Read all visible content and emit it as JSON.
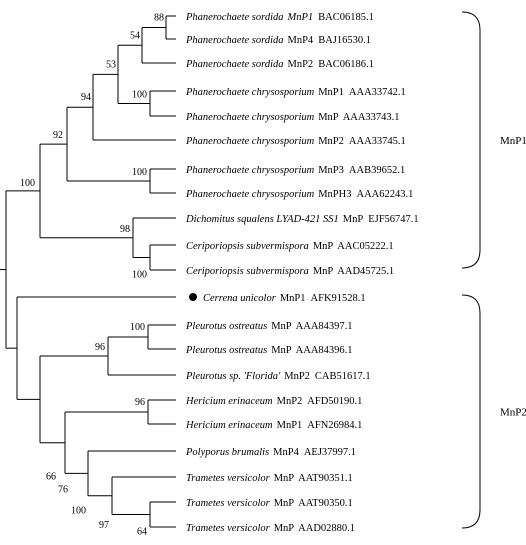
{
  "taxa": [
    {
      "id": "t1",
      "species": "Phanerochaete sordida",
      "tail": "MnP1",
      "tail_italic": true,
      "accession": "BAC06185.1"
    },
    {
      "id": "t2",
      "species": "Phanerochaete sordida",
      "tail": "MnP4",
      "tail_italic": false,
      "accession": "BAJ16530.1"
    },
    {
      "id": "t3",
      "species": "Phanerochaete sordida",
      "tail": "MnP2",
      "tail_italic": false,
      "accession": "BAC06186.1"
    },
    {
      "id": "t4",
      "species": "Phanerochaete chrysosporium",
      "tail": "MnP1",
      "tail_italic": false,
      "accession": "AAA33742.1"
    },
    {
      "id": "t5",
      "species": "Phanerochaete chrysosporium",
      "tail": "MnP",
      "tail_italic": false,
      "accession": "AAA33743.1"
    },
    {
      "id": "t6",
      "species": "Phanerochaete chrysosporium",
      "tail": "MnP2",
      "tail_italic": false,
      "accession": "AAA33745.1"
    },
    {
      "id": "t7",
      "species": "Phanerochaete chrysosporium",
      "tail": "MnP3",
      "tail_italic": false,
      "accession": "AAB39652.1"
    },
    {
      "id": "t8",
      "species": "Phanerochaete chrysosporium",
      "tail": "MnPH3",
      "tail_italic": false,
      "accession": "AAA62243.1"
    },
    {
      "id": "t9",
      "species": "Dichomitus squalens LYAD-421 SS1",
      "tail": "MnP",
      "tail_italic": false,
      "accession": "EJF56747.1"
    },
    {
      "id": "t10",
      "species": "Ceriporiopsis subvermispora",
      "tail": "MnP",
      "tail_italic": false,
      "accession": "AAC05222.1"
    },
    {
      "id": "t11",
      "species": "Ceriporiopsis subvermispora",
      "tail": "MnP",
      "tail_italic": false,
      "accession": "AAD45725.1"
    },
    {
      "id": "t12",
      "species": "Cerrena unicolor",
      "tail": "MnP1",
      "tail_italic": false,
      "accession": "AFK91528.1",
      "marker": "filled-circle"
    },
    {
      "id": "t13",
      "species": "Pleurotus ostreatus",
      "tail": "MnP",
      "tail_italic": false,
      "accession": "AAA84397.1"
    },
    {
      "id": "t14",
      "species": "Pleurotus ostreatus",
      "tail": "MnP",
      "tail_italic": false,
      "accession": "AAA84396.1"
    },
    {
      "id": "t15",
      "species": "Pleurotus sp. 'Florida'",
      "tail": "MnP2",
      "tail_italic": false,
      "accession": "CAB51617.1"
    },
    {
      "id": "t16",
      "species": "Hericium erinaceum",
      "tail": "MnP2",
      "tail_italic": false,
      "accession": "AFD50190.1"
    },
    {
      "id": "t17",
      "species": "Hericium erinaceum",
      "tail": "MnP1",
      "tail_italic": false,
      "accession": "AFN26984.1"
    },
    {
      "id": "t18",
      "species": "Polyporus brumalis",
      "tail": "MnP4",
      "tail_italic": false,
      "accession": "AEJ37997.1"
    },
    {
      "id": "t19",
      "species": "Trametes versicolor",
      "tail": "MnP",
      "tail_italic": false,
      "accession": "AAT90351.1"
    },
    {
      "id": "t20",
      "species": "Trametes versicolor",
      "tail": "MnP",
      "tail_italic": false,
      "accession": "AAT90350.1"
    },
    {
      "id": "t21",
      "species": "Trametes versicolor",
      "tail": "MnP",
      "tail_italic": false,
      "accession": "AAD02880.1"
    }
  ],
  "bootstrap": {
    "n_root": "100",
    "n_mnp1": "92",
    "n_a": "94",
    "n_b": "53",
    "n_c": "54",
    "n_d": "88",
    "n_e": "100",
    "n_f": "100",
    "n_g": "98",
    "n_h": "100",
    "n_j": "66",
    "n_k": "96",
    "n_l": "100",
    "n_m": "76",
    "n_n": "96",
    "n_o": "100",
    "n_p": "97",
    "n_q": "64"
  },
  "groups": {
    "mnp1": "MnP1",
    "mnp2": "MnP2"
  }
}
